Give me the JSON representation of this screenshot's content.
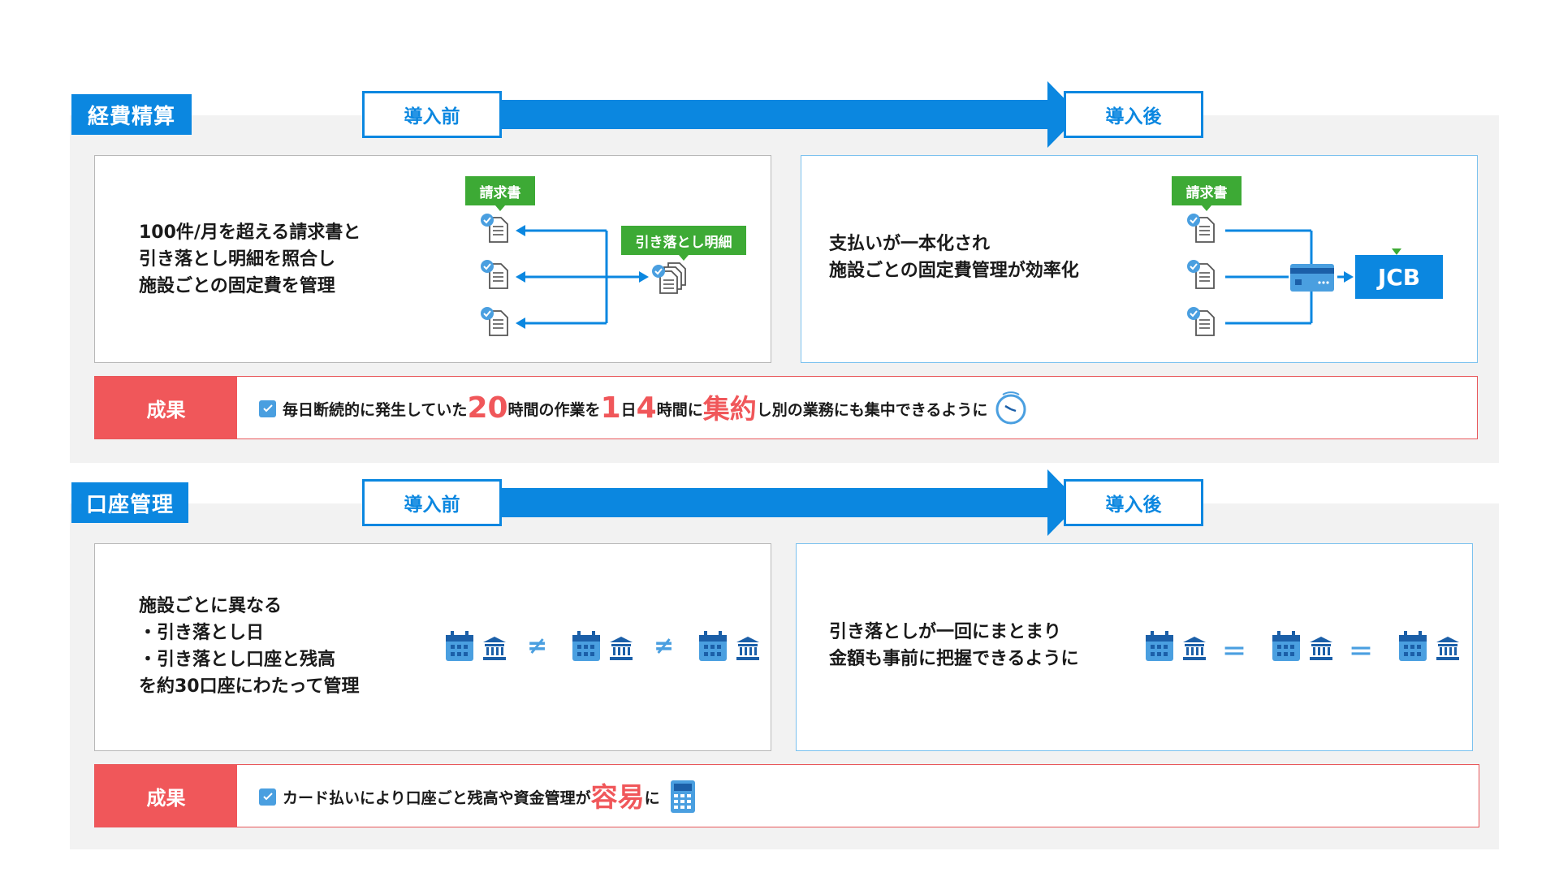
{
  "colors": {
    "brand_blue": "#0b87e0",
    "accent_red": "#f0575a",
    "green": "#3daa35",
    "icon_blue": "#4a9fe0",
    "bg_gray": "#f2f2f2"
  },
  "section1": {
    "tag": "経費精算",
    "before_label": "導入前",
    "after_label": "導入後",
    "before": {
      "lines": [
        "100件/月を超える請求書と",
        "引き落とし明細を照合し",
        "施設ごとの固定費を管理"
      ],
      "invoice_tag": "請求書",
      "statement_tag": "引き落とし明細"
    },
    "after": {
      "lines": [
        "支払いが一本化され",
        "施設ごとの固定費管理が効率化"
      ],
      "invoice_tag": "請求書",
      "card_brand": "JCB"
    },
    "result": {
      "tag": "成果",
      "parts": [
        "毎日断続的に発生していた",
        "20",
        "時間の作業を",
        "1",
        "日",
        "4",
        "時間に",
        "集約",
        "し別の業務にも集中できるように"
      ]
    }
  },
  "section2": {
    "tag": "口座管理",
    "before_label": "導入前",
    "after_label": "導入後",
    "before": {
      "lines": [
        "施設ごとに異なる",
        "・引き落とし日",
        "・引き落とし口座と残高",
        "を約30口座にわたって管理"
      ],
      "neq_symbol": "≠"
    },
    "after": {
      "lines": [
        "引き落としが一回にまとまり",
        "金額も事前に把握できるように"
      ],
      "eq_symbol": "＝"
    },
    "result": {
      "tag": "成果",
      "parts": [
        "カード払いにより口座ごと残高や資金管理が",
        "容易",
        "に"
      ]
    }
  },
  "icons": [
    "document-check-icon",
    "documents-stack-icon",
    "credit-card-icon",
    "clock-icon",
    "calendar-icon",
    "bank-icon",
    "calculator-icon",
    "checkbox-icon"
  ]
}
